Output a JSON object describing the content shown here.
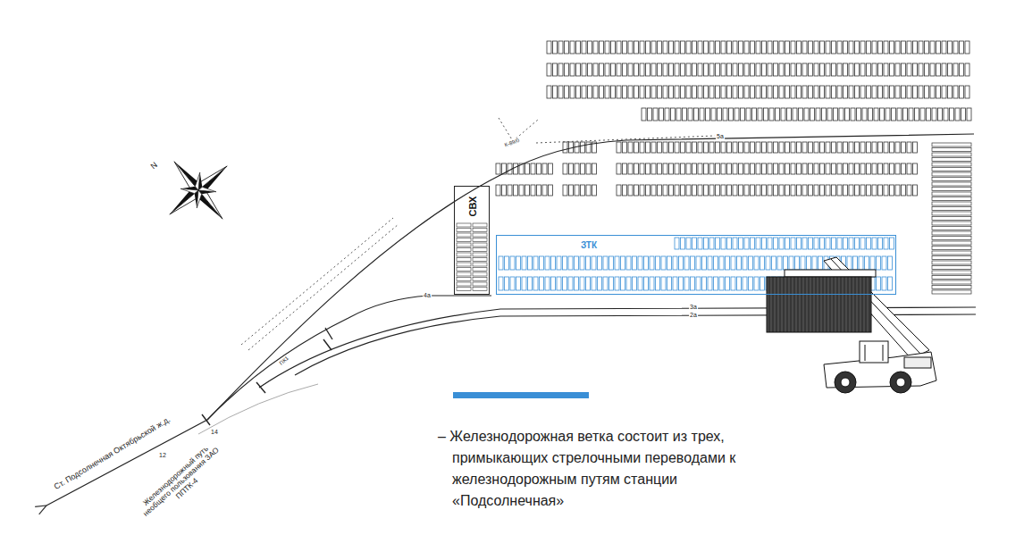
{
  "diagram": {
    "nodes": [
      {
        "text": [
          "СВХ"
        ]
      },
      {
        "text": [
          "ЗТК"
        ]
      }
    ],
    "labels": [
      "N",
      "К-89/0",
      "5а",
      "4а",
      "3а",
      "2а",
      "ПК1",
      "12",
      "14",
      "Ст. Подсолнечная Октябрьской ж.д.",
      "Железнодорожный путь необщего пользования ЗАО ППТК-4",
      "– Железнодорожная ветка состоит из трех, примыкающих стрелочными переводами к железнодорожным путям станции «Подсолнечная»"
    ]
  }
}
